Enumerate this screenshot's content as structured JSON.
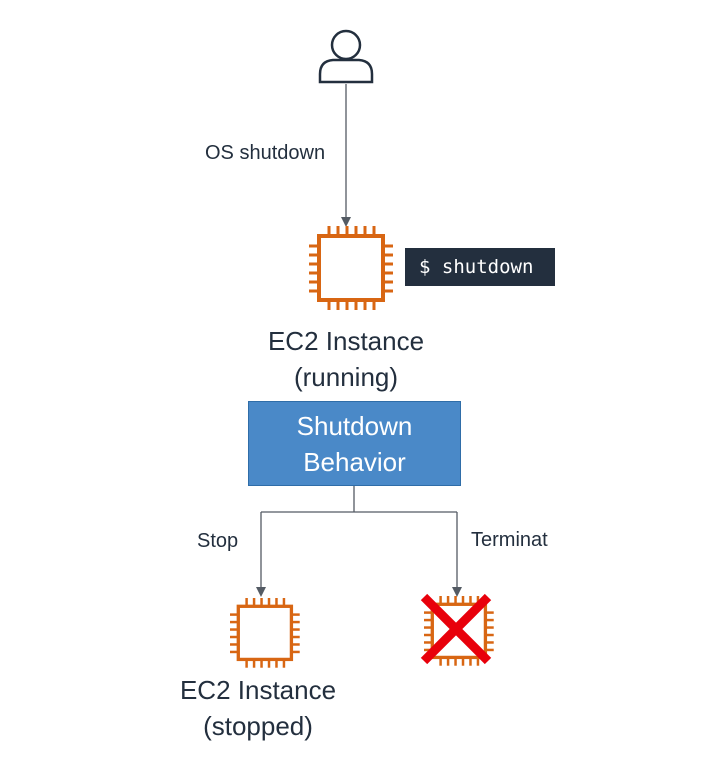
{
  "user": {
    "icon": "user-icon"
  },
  "edges": {
    "os_shutdown": "OS shutdown",
    "stop": "Stop",
    "terminate": "Terminat"
  },
  "command": {
    "text": "$ shutdown"
  },
  "instance_running": {
    "icon": "ec2-chip-icon",
    "line1": "EC2 Instance",
    "line2": "(running)"
  },
  "behavior": {
    "line1": "Shutdown",
    "line2": "Behavior"
  },
  "instance_stopped": {
    "icon": "ec2-chip-icon",
    "line1": "EC2 Instance",
    "line2": "(stopped)"
  },
  "instance_terminated": {
    "icon": "ec2-chip-terminated-icon"
  },
  "colors": {
    "ec2": "#d86613",
    "box": "#4a89c8",
    "terminal": "#232f3e",
    "cross": "#e8000b",
    "line": "#545b64"
  }
}
